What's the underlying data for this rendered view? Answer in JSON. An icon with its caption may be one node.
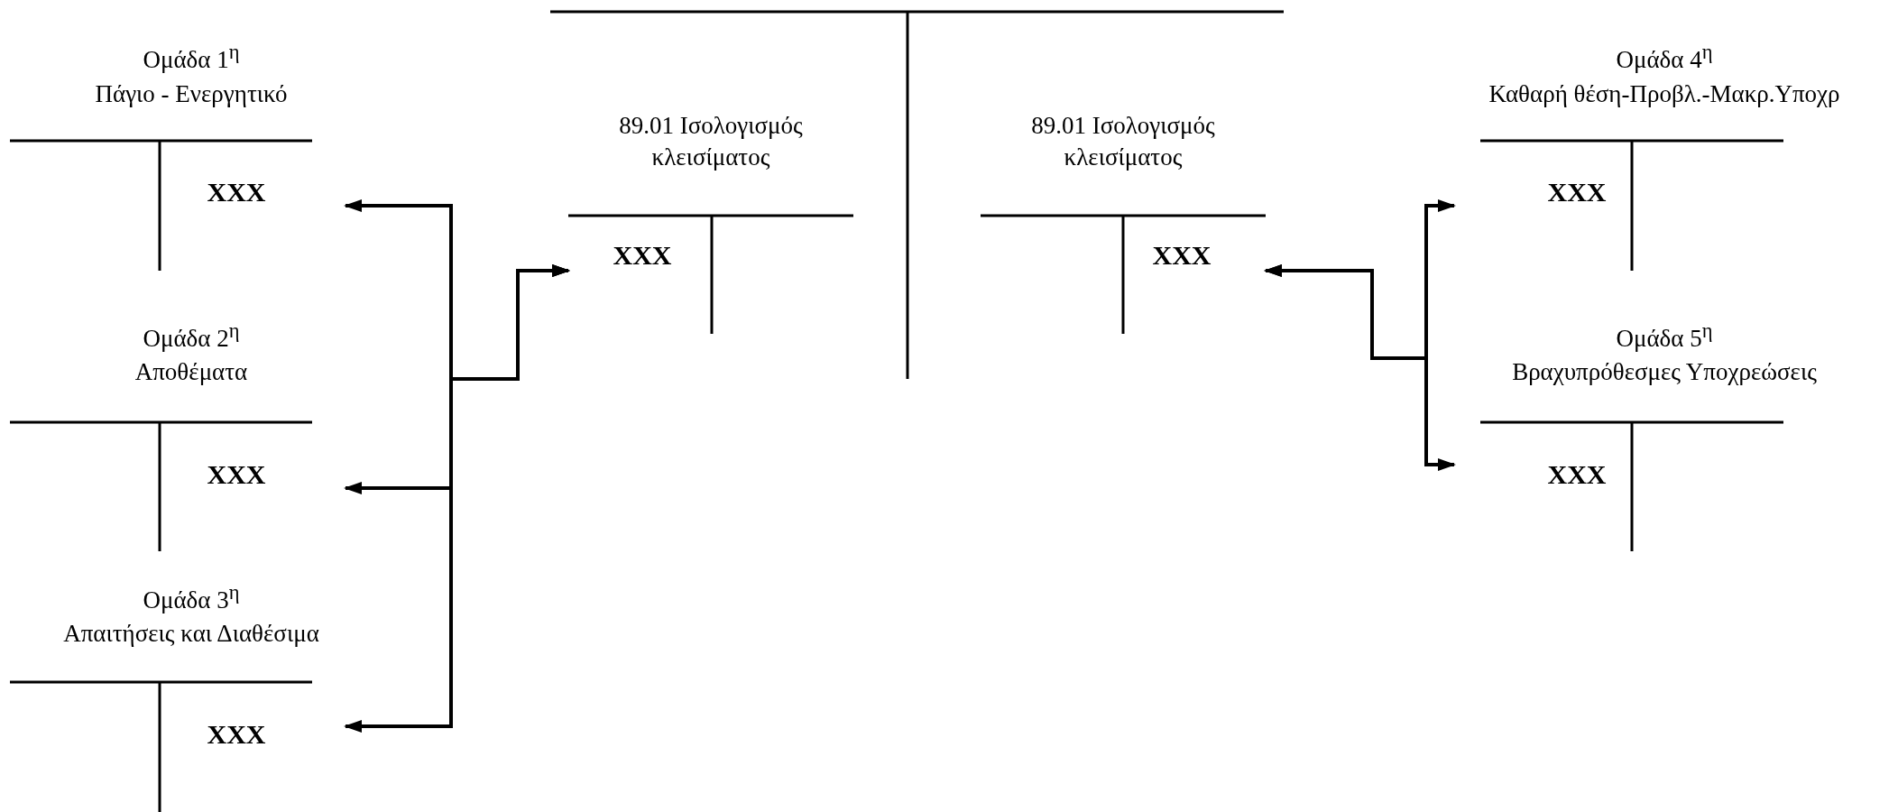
{
  "diagram": {
    "nodes": [
      {
        "text": [
          "Ομάδα 1$^{η}$",
          "Πάγιο - Ενεργητικό",
          "XXX"
        ]
      },
      {
        "text": [
          "Ομάδα 2$^{η}$",
          "Αποθέματα",
          "XXX"
        ]
      },
      {
        "text": [
          "Ομάδα 3$^{η}$",
          "Απαιτήσεις και Διαθέσιμα",
          "XXX"
        ]
      },
      {
        "text": [],
        "shape": "box"
      },
      {
        "text": [
          "89.01 Ισολογισμός κλεισίματος",
          "XXX"
        ],
        "in": 3
      },
      {
        "text": [
          "89.01 Ισολογισμός κλεισίματος",
          "XXX"
        ],
        "in": 3
      },
      {
        "text": [
          "Ομάδα 4$^{η}$",
          "Καθαρή θέση-Προβλ.-Μακρ.Υποχρ",
          "XXX"
        ]
      },
      {
        "text": [
          "Ομάδα 5$^{η}$",
          "Βραχυπρόθεσμες Υποχρεώσεις",
          "XXX"
        ]
      }
    ],
    "edges": [
      {
        "from": 4,
        "to": 0,
        "arrow": "both"
      },
      {
        "from": 4,
        "to": 1,
        "arrow": "both"
      },
      {
        "from": 4,
        "to": 2,
        "arrow": "both"
      },
      {
        "from": 5,
        "to": 6,
        "arrow": "both"
      },
      {
        "from": 5,
        "to": 7,
        "arrow": "both"
      }
    ]
  }
}
